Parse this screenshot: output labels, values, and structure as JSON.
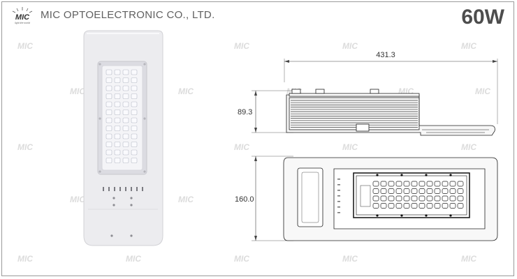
{
  "header": {
    "logo_text": "MIC",
    "logo_tagline": "light the world",
    "company_name": "MIC OPTOELECTRONIC CO., LTD.",
    "power_rating": "60W"
  },
  "watermark_text": "MIC",
  "dimensions": {
    "length": "431.3",
    "height": "89.3",
    "width": "160.0"
  },
  "colors": {
    "housing": "#e9e9ec",
    "led_module": "#f4f4f7",
    "heatsink": "#4a4a4a",
    "text": "#606060"
  }
}
